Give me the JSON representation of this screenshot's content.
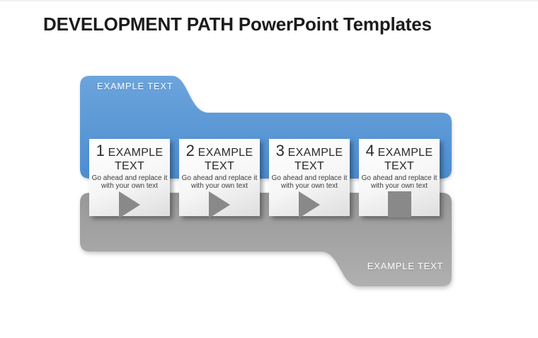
{
  "title": "DEVELOPMENT PATH PowerPoint Templates",
  "colors": {
    "blue_top": "#6CA4DC",
    "blue_bottom": "#4C8DD0",
    "gray_top": "#989898",
    "gray_bottom": "#B0B0B0",
    "icon_gray": "#898989",
    "title_color": "#1C1C1C",
    "card_text": "#2A2A2A"
  },
  "blue_banner": {
    "label": "EXAMPLE TEXT"
  },
  "gray_banner": {
    "label": "EXAMPLE TEXT"
  },
  "steps": [
    {
      "number": "1",
      "heading": "EXAMPLE TEXT",
      "body": "Go ahead and replace it with your own text",
      "icon": "play"
    },
    {
      "number": "2",
      "heading": "EXAMPLE TEXT",
      "body": "Go ahead and replace it with your own text",
      "icon": "play"
    },
    {
      "number": "3",
      "heading": "EXAMPLE TEXT",
      "body": "Go ahead and replace it with your own text",
      "icon": "play"
    },
    {
      "number": "4",
      "heading": "EXAMPLE TEXT",
      "body": "Go ahead and replace it with your own text",
      "icon": "stop"
    }
  ]
}
